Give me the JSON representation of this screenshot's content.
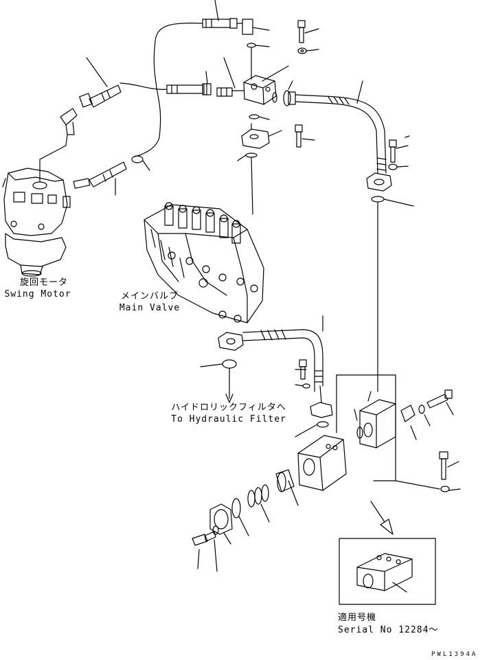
{
  "labels": {
    "swing_motor_jp": "旋回モータ",
    "swing_motor_en": "Swing Motor",
    "main_valve_jp": "メインバルブ",
    "main_valve_en": "Main Valve",
    "filter_jp": "ハイドロリックフィルタへ",
    "filter_en": "To Hydraulic Filter",
    "serial_jp": "適用号機",
    "serial_en": "Serial No 12284～",
    "drawing_code": "PWL1394A"
  },
  "colors": {
    "line": "#000000",
    "background": "#ffffff"
  }
}
